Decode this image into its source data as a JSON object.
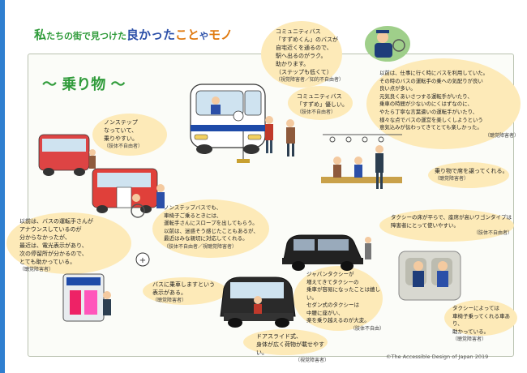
{
  "header": {
    "title_part1": "私",
    "title_part2": "たちの街で見つけた",
    "title_part3": "良かった",
    "title_part4": "こと",
    "title_part5": "や",
    "title_part6": "モノ"
  },
  "section_title": "～ 乗り物 ～",
  "notes": [
    {
      "lines": [
        "コミュニティバス",
        "「すずめくん」のバスが",
        "自宅近くを通るので、",
        "駅へ出るのがラク。",
        "助かります。",
        "（ステップも低くて）"
      ],
      "source": "（視覚障害者／知的不自由者）"
    },
    {
      "lines": [
        "コミュニティバス",
        "「すずめ」優しい。"
      ],
      "source": "（肢体不自由者）"
    },
    {
      "lines": [
        "ノンステップ",
        "なっていて、",
        "乗りやすい。"
      ],
      "source": "（肢体不自由者）"
    },
    {
      "lines": [
        "以前は、仕事に行く時にバスを利用していた。",
        "その時のバスの運転手の乗への気配りが良い",
        "良い点が多い。",
        "元気良くあいさつする運転手がいたり、",
        "乗車の時間が少ないのにくはずなのに、",
        "やたら丁寧な言葉遣いの運転手がいたり、",
        "様々な点でバスの運営を楽しくしようという",
        "意気込みが伝わってきてとても楽しかった。"
      ],
      "source": "（聴覚障害者）"
    },
    {
      "lines": [
        "乗り物で席を譲ってくれる。"
      ],
      "source": "（聴覚障害者）"
    },
    {
      "lines": [
        "ノンステップバスでも、",
        "車椅子ご乗るときには、",
        "運転手さんにスロープを出してもらう。",
        "以前は、迷惑そう感じたこともあるが、",
        "最近はみな親切に対応してくれる。"
      ],
      "source": "（肢体不自由者／視聴覚障害者）"
    },
    {
      "lines": [
        "以前は、バスの運転手さんが",
        "アナウンスしているのが",
        "分からなかったが、",
        "最近は、電光表示があり、",
        "次の停留所が分かるので、",
        "とても助かっている。"
      ],
      "source": "（聴覚障害者）"
    },
    {
      "lines": [
        "タクシーの床が平らで、座席が高いワゴンタイプは",
        "障害者にとって使いやすい。"
      ],
      "source": "（肢体不自由者）"
    },
    {
      "lines": [
        "バスに乗車しますという",
        "表示がある。"
      ],
      "source": "（聴覚障害者）"
    },
    {
      "lines": [
        "ジャパンタクシーが",
        "増えてきてタクシーの",
        "乗車が容易になったことは嬉しい。",
        "セダン式のタクシーは",
        "中腰に座がい、",
        "楽を乗り越えるのが大変。"
      ],
      "source": "（肢体不自由）"
    },
    {
      "lines": [
        "タクシーによっては",
        "車椅子乗ってくれる車あり、",
        "助かっている。"
      ],
      "source": "（聴覚障害者）"
    },
    {
      "lines": [
        "ドアスライド式、",
        "身体が広く荷物が載せやすい。"
      ],
      "source": "（視覚障害者）"
    }
  ],
  "footer": "©The Accessible Design of Japan 2019",
  "colors": {
    "accent_green": "#2f9b3a",
    "accent_blue": "#2b4fa8",
    "accent_orange": "#e07a10",
    "bubble": "#fdeab8",
    "side_bar": "#2f7fd0"
  }
}
